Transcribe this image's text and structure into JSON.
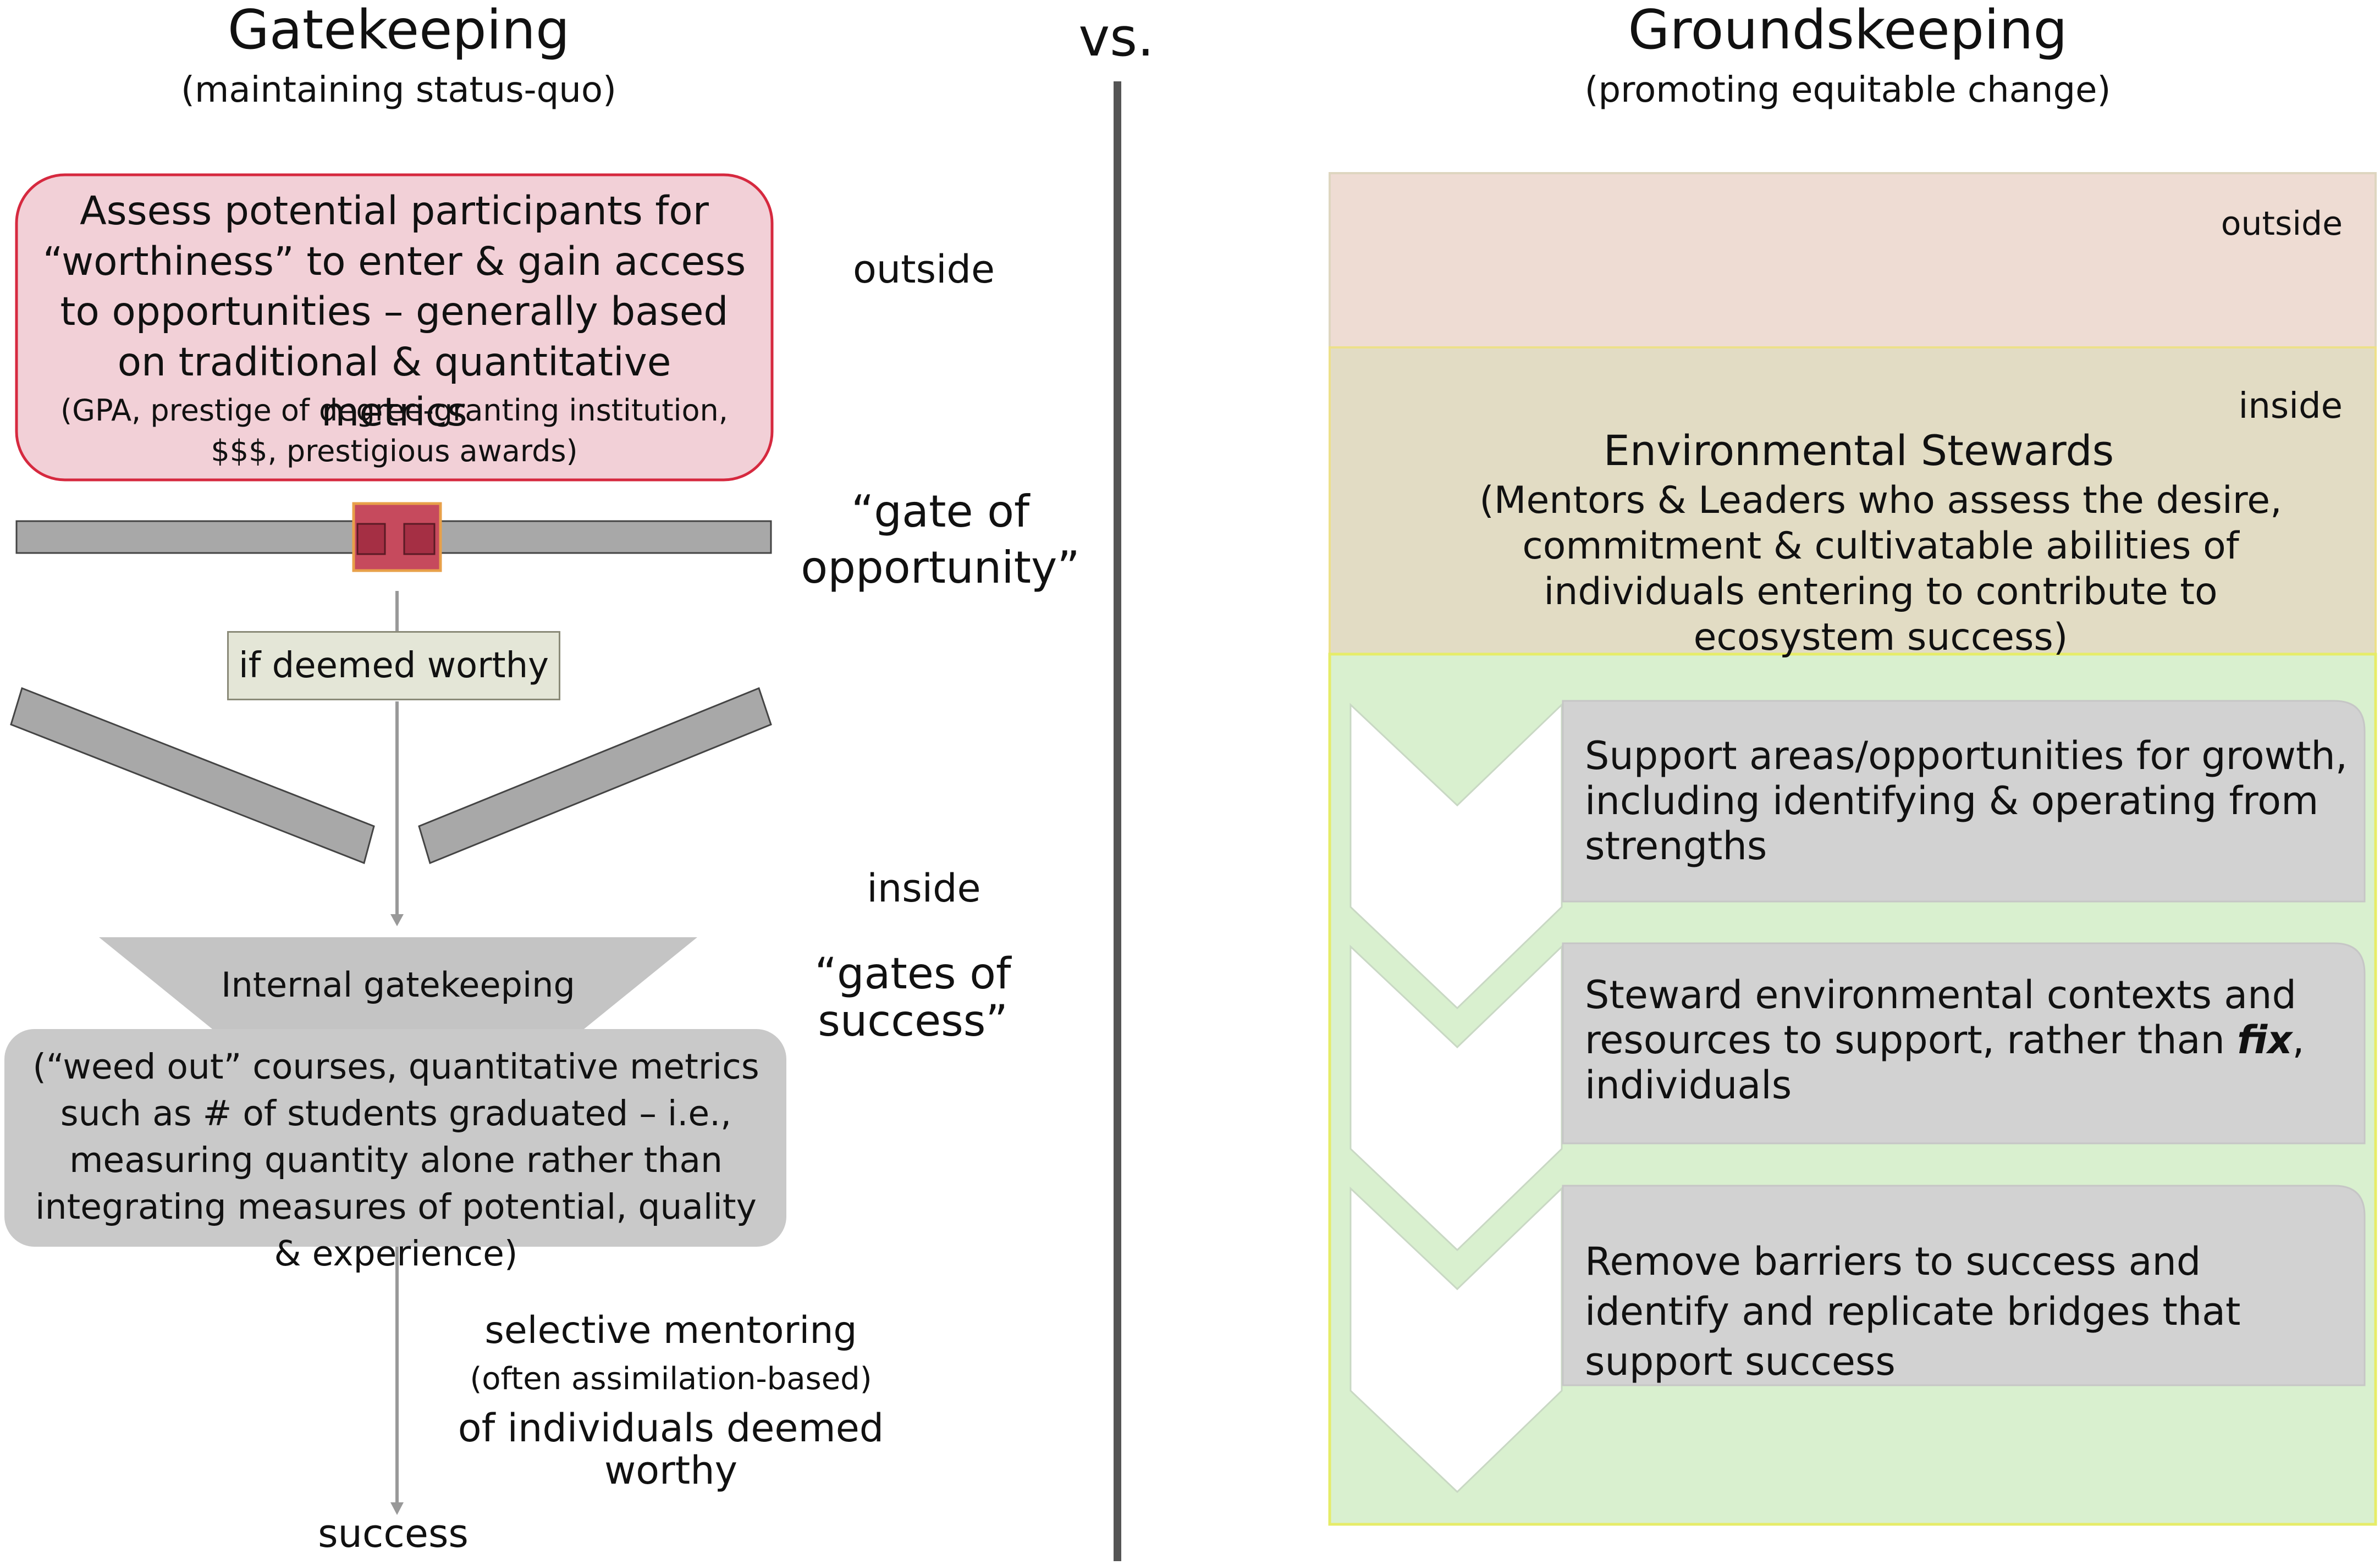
{
  "left": {
    "title": "Gatekeeping",
    "subtitle": "(maintaining status-quo)",
    "assess_box": {
      "main": "Assess potential participants for “worthiness” to enter & gain access to opportunities – generally based on traditional & quantitative metrics",
      "detail": "(GPA, prestige of degree-granting institution, $$$, prestigious awards)"
    },
    "outside_label": "outside",
    "gate_label": "“gate of opportunity”",
    "worthy_label": "if deemed worthy",
    "inside_label": "inside",
    "gates_success_label": "“gates of success”",
    "internal_label": "Internal gatekeeping",
    "internal_box": "(“weed out” courses, quantitative metrics such as # of students graduated – i.e., measuring quantity alone rather than integrating measures of potential, quality & experience)",
    "mentoring_1": "selective mentoring",
    "mentoring_2": "(often assimilation-based)",
    "mentoring_3": "of individuals deemed worthy",
    "success_label": "success"
  },
  "vs_label": "vs.",
  "right": {
    "title": "Groundskeeping",
    "subtitle": "(promoting equitable change)",
    "outside_label": "outside",
    "inside_label": "inside",
    "stewards_title": "Environmental Stewards",
    "stewards_desc": "(Mentors & Leaders who assess the desire, commitment & cultivatable abilities of individuals entering to contribute to ecosystem success)",
    "steps": [
      {
        "text": "Support areas/opportunities for growth, including identifying & operating from strengths"
      },
      {
        "text_before": "Steward environmental contexts and resources to support, rather than ",
        "text_em": "fix",
        "text_after": ", individuals"
      },
      {
        "text": "Remove barriers to success and identify and replicate bridges that support success"
      }
    ]
  },
  "colors": {
    "assess_fill": "#f2d0d7",
    "assess_border": "#d6293f",
    "gate_bar": "#a8a8a8",
    "gate_door": "#b93a4f",
    "worthy_box": "#e4e6d7",
    "grey_box": "#c9c9c9",
    "outside_zone": "#eedcd3",
    "inside_zone": "#e2dcc4",
    "green_zone": "#d9f0cf",
    "chevron_box": "#d2d2d2",
    "divider": "#555555"
  }
}
